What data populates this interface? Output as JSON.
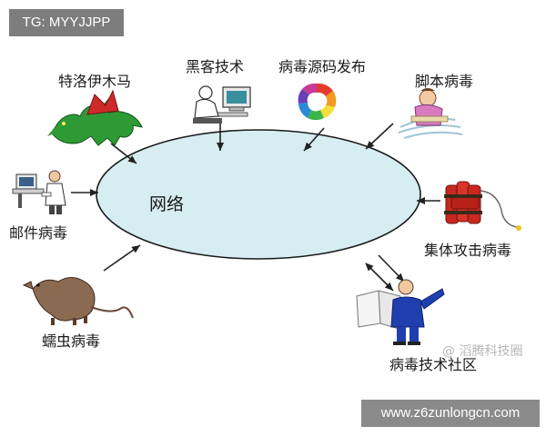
{
  "header": {
    "badge_text": "TG: MYYJJPP"
  },
  "diagram": {
    "center": {
      "label": "网络",
      "fill": "#d6edf2",
      "stroke": "#1a1a1a"
    },
    "nodes": [
      {
        "id": "trojan",
        "label": "特洛伊木马",
        "icon": "dragon-icon"
      },
      {
        "id": "hacker",
        "label": "黑客技术",
        "icon": "computer-user-icon"
      },
      {
        "id": "source",
        "label": "病毒源码发布",
        "icon": "color-wheel-icon"
      },
      {
        "id": "script",
        "label": "脚本病毒",
        "icon": "worried-person-icon"
      },
      {
        "id": "mail",
        "label": "邮件病毒",
        "icon": "office-worker-icon"
      },
      {
        "id": "collective",
        "label": "集体攻击病毒",
        "icon": "dynamite-icon"
      },
      {
        "id": "worm",
        "label": "蠕虫病毒",
        "icon": "rat-icon"
      },
      {
        "id": "community",
        "label": "病毒技术社区",
        "icon": "presenter-icon"
      }
    ]
  },
  "watermark": {
    "text": "@ 滔腾科技圈"
  },
  "footer": {
    "url": "www.z6zunlongcn.com"
  }
}
